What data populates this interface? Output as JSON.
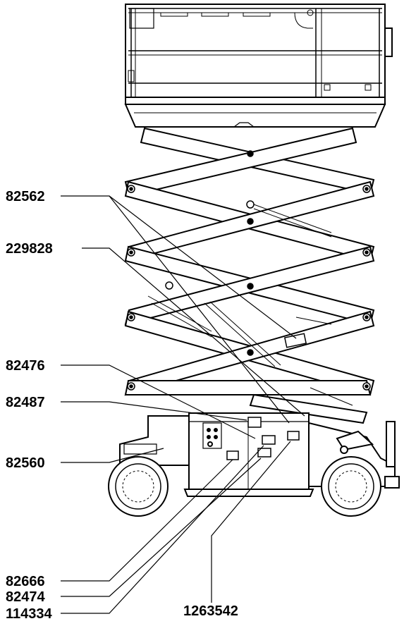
{
  "labels": {
    "l82562": "82562",
    "l229828": "229828",
    "l82476": "82476",
    "l82487": "82487",
    "l82560": "82560",
    "l82666": "82666",
    "l82474": "82474",
    "l114334": "114334",
    "l1263542": "1263542"
  }
}
